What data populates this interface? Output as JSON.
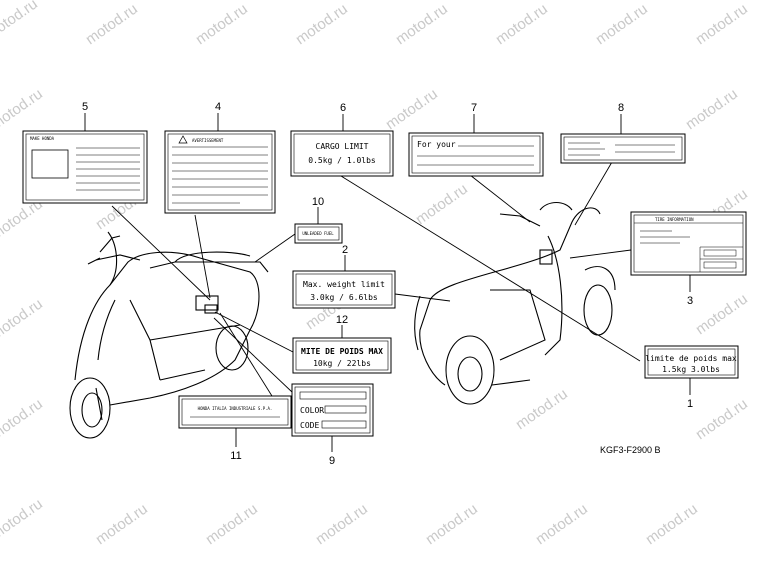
{
  "watermark": "motod.ru",
  "diagram_code": "KGF3-F2900 B",
  "callouts": {
    "n1": "1",
    "n2": "2",
    "n3": "3",
    "n4": "4",
    "n5": "5",
    "n6": "6",
    "n7": "7",
    "n8": "8",
    "n9": "9",
    "n10": "10",
    "n11": "11",
    "n12": "12"
  },
  "labels": {
    "cargo_title": "CARGO LIMIT",
    "cargo_value": "0.5kg  /  1.0lbs",
    "weight_title": "Max. weight limit",
    "weight_value": "3.0kg  / 6.6lbs",
    "poids_title": "MITE DE POIDS MAX",
    "poids_value": "10kg  / 22lbs",
    "limite_title": "limite de poids max",
    "limite_value": "1.5kg   3.0lbs",
    "for_your": "For your",
    "color": "COLOR",
    "code": "CODE",
    "warning": "AVERTISSEMENT",
    "honda": "MAKE HONDA",
    "tire": "TIRE INFORMATION",
    "unleaded": "UNLEADED FUEL",
    "vin": "HONDA ITALIA INDUSTRIALE S.P.A."
  },
  "colors": {
    "line": "#000000",
    "watermark": "#c9c9c9"
  }
}
